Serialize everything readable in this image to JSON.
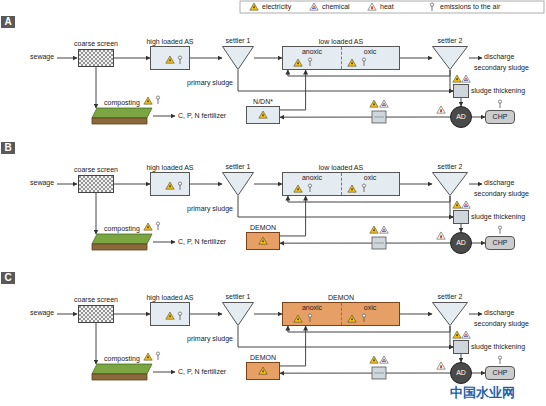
{
  "diagram": {
    "nodes": [
      {
        "text": [
          "A"
        ]
      },
      {
        "text": [
          "coarse screen"
        ]
      },
      {
        "text": [
          "high loaded AS"
        ]
      },
      {
        "text": [
          "settler 1"
        ]
      },
      {
        "text": [
          "low loaded AS",
          "anoxic",
          "oxic"
        ]
      },
      {
        "text": [
          "settler 2"
        ]
      },
      {
        "text": [
          "sludge thickening"
        ]
      },
      {
        "text": [
          "N/DN*"
        ]
      },
      {
        "text": [
          "AD"
        ]
      },
      {
        "text": [
          "CHP"
        ]
      },
      {
        "text": [
          "composting"
        ]
      },
      {
        "text": [
          "B"
        ]
      },
      {
        "text": [
          "coarse screen"
        ]
      },
      {
        "text": [
          "high loaded AS"
        ]
      },
      {
        "text": [
          "settler 1"
        ]
      },
      {
        "text": [
          "low loaded AS",
          "anoxic",
          "oxic"
        ]
      },
      {
        "text": [
          "settler 2"
        ]
      },
      {
        "text": [
          "sludge thickening"
        ]
      },
      {
        "text": [
          "DEMON"
        ]
      },
      {
        "text": [
          "AD"
        ]
      },
      {
        "text": [
          "CHP"
        ]
      },
      {
        "text": [
          "composting"
        ]
      },
      {
        "text": [
          "C"
        ]
      },
      {
        "text": [
          "coarse screen"
        ]
      },
      {
        "text": [
          "high loaded AS"
        ]
      },
      {
        "text": [
          "settler 1"
        ]
      },
      {
        "text": [
          "DEMON",
          "anoxic",
          "oxic"
        ]
      },
      {
        "text": [
          "settler 2"
        ]
      },
      {
        "text": [
          "sludge thickening"
        ]
      },
      {
        "text": [
          "DEMON"
        ]
      },
      {
        "text": [
          "AD"
        ]
      },
      {
        "text": [
          "CHP"
        ]
      },
      {
        "text": [
          "composting"
        ]
      }
    ],
    "edges": [
      {
        "from": 1,
        "to": 2,
        "arrow": "to"
      },
      {
        "from": 2,
        "to": 3,
        "arrow": "to"
      },
      {
        "from": 3,
        "to": 4,
        "arrow": "to"
      },
      {
        "from": 4,
        "to": 5,
        "arrow": "to"
      },
      {
        "from": 5,
        "to": 4,
        "arrow": "to"
      },
      {
        "from": 5,
        "to": 6,
        "arrow": "to"
      },
      {
        "from": 3,
        "to": 6,
        "arrow": "to"
      },
      {
        "from": 6,
        "to": 8,
        "arrow": "to"
      },
      {
        "from": 8,
        "to": 9,
        "arrow": "to"
      },
      {
        "from": 8,
        "to": 7,
        "arrow": "to"
      },
      {
        "from": 7,
        "to": 4,
        "arrow": "to"
      },
      {
        "from": 1,
        "to": 10,
        "arrow": "to"
      },
      {
        "from": 12,
        "to": 13,
        "arrow": "to"
      },
      {
        "from": 13,
        "to": 14,
        "arrow": "to"
      },
      {
        "from": 14,
        "to": 15,
        "arrow": "to"
      },
      {
        "from": 15,
        "to": 16,
        "arrow": "to"
      },
      {
        "from": 16,
        "to": 15,
        "arrow": "to"
      },
      {
        "from": 16,
        "to": 17,
        "arrow": "to"
      },
      {
        "from": 14,
        "to": 17,
        "arrow": "to"
      },
      {
        "from": 17,
        "to": 19,
        "arrow": "to"
      },
      {
        "from": 19,
        "to": 20,
        "arrow": "to"
      },
      {
        "from": 19,
        "to": 18,
        "arrow": "to"
      },
      {
        "from": 18,
        "to": 15,
        "arrow": "to"
      },
      {
        "from": 12,
        "to": 21,
        "arrow": "to"
      },
      {
        "from": 23,
        "to": 24,
        "arrow": "to"
      },
      {
        "from": 24,
        "to": 25,
        "arrow": "to"
      },
      {
        "from": 25,
        "to": 26,
        "arrow": "to"
      },
      {
        "from": 26,
        "to": 27,
        "arrow": "to"
      },
      {
        "from": 27,
        "to": 26,
        "arrow": "to"
      },
      {
        "from": 27,
        "to": 28,
        "arrow": "to"
      },
      {
        "from": 25,
        "to": 28,
        "arrow": "to"
      },
      {
        "from": 28,
        "to": 30,
        "arrow": "to"
      },
      {
        "from": 30,
        "to": 31,
        "arrow": "to"
      },
      {
        "from": 30,
        "to": 29,
        "arrow": "to"
      },
      {
        "from": 29,
        "to": 26,
        "arrow": "to"
      },
      {
        "from": 23,
        "to": 32,
        "arrow": "to"
      }
    ],
    "labels": [
      "sewage",
      "primary sludge",
      "discharge",
      "secondary sludge",
      "C, P, N fertilizer",
      "sewage",
      "primary sludge",
      "discharge",
      "secondary sludge",
      "C, P, N fertilizer",
      "sewage",
      "primary sludge",
      "discharge",
      "secondary sludge",
      "C, P, N fertilizer",
      "中国水业网"
    ],
    "legend": [
      {
        "text": "electricity"
      },
      {
        "text": "chemical"
      },
      {
        "text": "heat"
      },
      {
        "text": "emissions to the air"
      }
    ]
  }
}
